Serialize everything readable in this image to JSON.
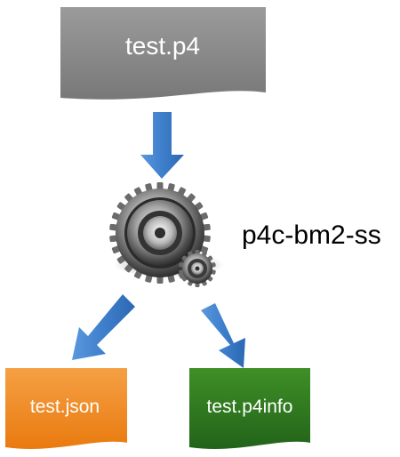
{
  "diagram": {
    "source_file": {
      "label": "test.p4",
      "color": "#8a8a8a"
    },
    "compiler": {
      "label": "p4c-bm2-ss",
      "icon": "gears-icon"
    },
    "outputs": [
      {
        "label": "test.json",
        "color": "#f08a1e"
      },
      {
        "label": "test.p4info",
        "color": "#2e7a1a"
      }
    ],
    "arrow_color": "#3d7cc9"
  }
}
